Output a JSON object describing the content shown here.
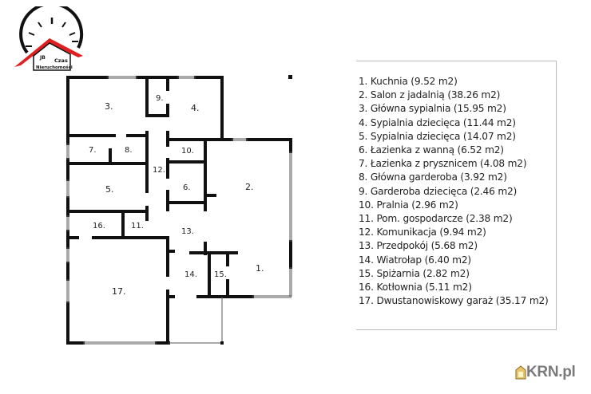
{
  "logo": {
    "line1": "Czas",
    "line2": "Nieruchomości",
    "initials": "JB",
    "accent_color": "#e02020"
  },
  "floor_plan": {
    "rooms": [
      {
        "id": "1",
        "label": "1."
      },
      {
        "id": "2",
        "label": "2."
      },
      {
        "id": "3",
        "label": "3."
      },
      {
        "id": "4",
        "label": "4."
      },
      {
        "id": "5",
        "label": "5."
      },
      {
        "id": "6",
        "label": "6."
      },
      {
        "id": "7",
        "label": "7."
      },
      {
        "id": "8",
        "label": "8."
      },
      {
        "id": "9",
        "label": "9."
      },
      {
        "id": "10",
        "label": "10."
      },
      {
        "id": "11",
        "label": "11."
      },
      {
        "id": "12",
        "label": "12."
      },
      {
        "id": "13",
        "label": "13."
      },
      {
        "id": "14",
        "label": "14."
      },
      {
        "id": "15",
        "label": "15."
      },
      {
        "id": "16",
        "label": "16."
      },
      {
        "id": "17",
        "label": "17."
      }
    ]
  },
  "legend": {
    "items": [
      "1. Kuchnia (9.52 m2)",
      "2. Salon z jadalnią (38.26 m2)",
      "3. Główna sypialnia (15.95 m2)",
      "4. Sypialnia dziecięca (11.44 m2)",
      "5. Sypialnia dziecięca (14.07 m2)",
      "6. Łazienka z wanną (6.52 m2)",
      "7. Łazienka z prysznicem (4.08 m2)",
      "8. Główna garderoba (3.92 m2)",
      "9. Garderoba dziecięca (2.46 m2)",
      "10. Pralnia (2.96 m2)",
      "11. Pom. gospodarcze (2.38 m2)",
      "12. Komunikacja (9.94 m2)",
      "13. Przedpokój (5.68 m2)",
      "14. Wiatrołap (6.40 m2)",
      "15. Spiżarnia (2.82 m2)",
      "16. Kotłownia (5.11 m2)",
      "17. Dwustanowiskowy garaż (35.17 m2)"
    ]
  },
  "watermark": {
    "text": "KRN.pl"
  }
}
